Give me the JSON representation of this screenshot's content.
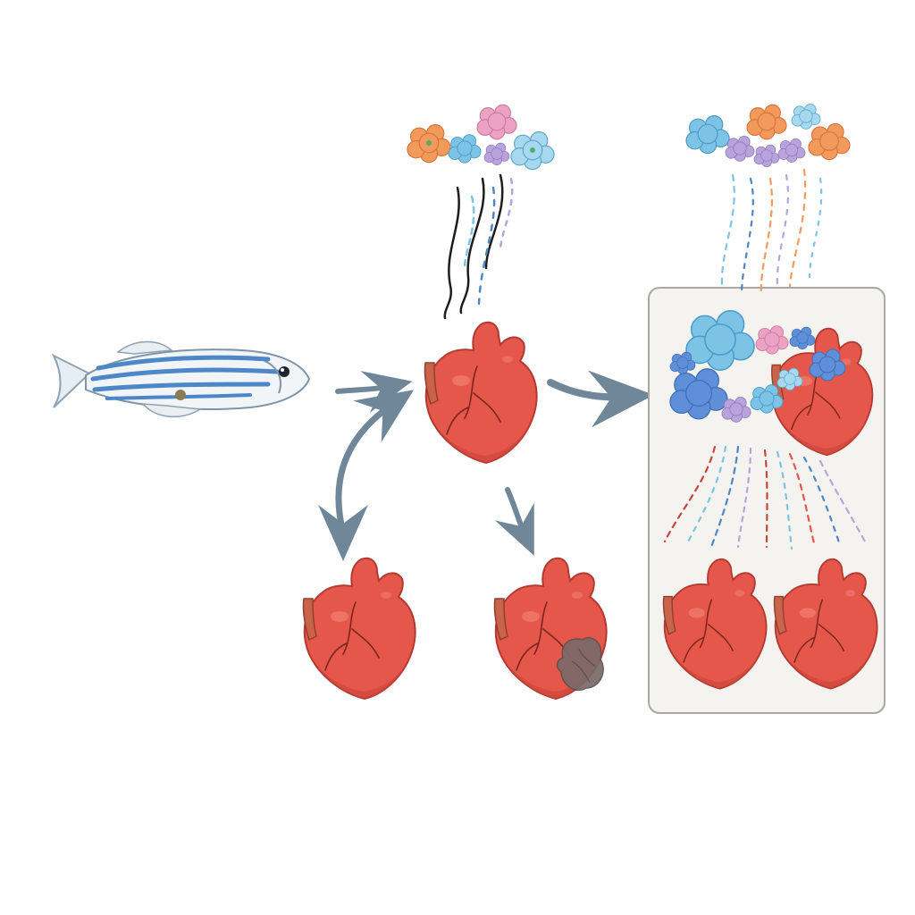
{
  "diagram": {
    "nodes": [
      {
        "id": "zebrafish",
        "kind": "fish",
        "icon": "zebrafish-icon"
      },
      {
        "id": "heart-center",
        "kind": "heart",
        "state": "healthy",
        "icon": "heart-icon"
      },
      {
        "id": "heart-bottom-left",
        "kind": "heart",
        "state": "healthy",
        "icon": "heart-icon"
      },
      {
        "id": "heart-bottom-middle",
        "kind": "heart",
        "state": "injured",
        "icon": "injured-heart-icon"
      },
      {
        "id": "heart-panel-top",
        "kind": "heart",
        "state": "with-cell-clusters",
        "icon": "heart-icon"
      },
      {
        "id": "heart-panel-bottom-left",
        "kind": "heart",
        "state": "regenerated",
        "icon": "heart-icon"
      },
      {
        "id": "heart-panel-bottom-right",
        "kind": "heart",
        "state": "regenerated",
        "icon": "heart-icon"
      }
    ],
    "edges": [
      {
        "from": "zebrafish",
        "to": "heart-center"
      },
      {
        "from": "heart-bottom-left",
        "to": "heart-center",
        "bidirectional": true
      },
      {
        "from": "heart-center",
        "to": "heart-bottom-middle"
      },
      {
        "from": "heart-center",
        "to": "panel"
      }
    ],
    "cell_cluster_colors": {
      "orange": "#f29a5c",
      "pink": "#eca2c3",
      "blue": "#7cc3e6",
      "purple": "#b9a3dc",
      "deep_blue": "#5f8fd9",
      "light_blue": "#a7d8ef"
    },
    "colors": {
      "heart_fill": "#e5574a",
      "heart_dark": "#c8453a",
      "heart_outline": "#a83228",
      "aorta": "#c9634a",
      "arrow": "#6f8798",
      "panel_bg": "#f4f3ef",
      "panel_border": "#a8a8a4",
      "fish_stripe": "#4d87c7",
      "scar": "#7a6a6a"
    }
  }
}
